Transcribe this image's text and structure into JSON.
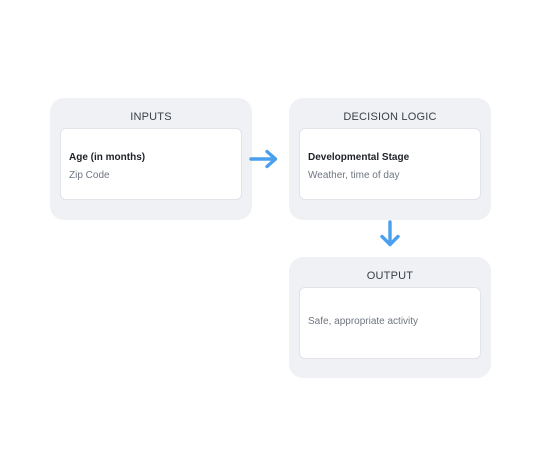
{
  "panels": {
    "inputs": {
      "title": "INPUTS",
      "primary": "Age (in months)",
      "secondary": "Zip Code"
    },
    "decision_logic": {
      "title": "DECISION LOGIC",
      "primary": "Developmental Stage",
      "secondary": "Weather, time of day"
    },
    "output": {
      "title": "OUTPUT",
      "secondary": "Safe, appropriate activity"
    }
  },
  "colors": {
    "panel_background": "#eff1f4",
    "card_background": "#ffffff",
    "arrow": "#4ba0ee"
  },
  "icons": {
    "connector_right": "arrow-right-icon",
    "connector_down": "arrow-down-icon"
  }
}
